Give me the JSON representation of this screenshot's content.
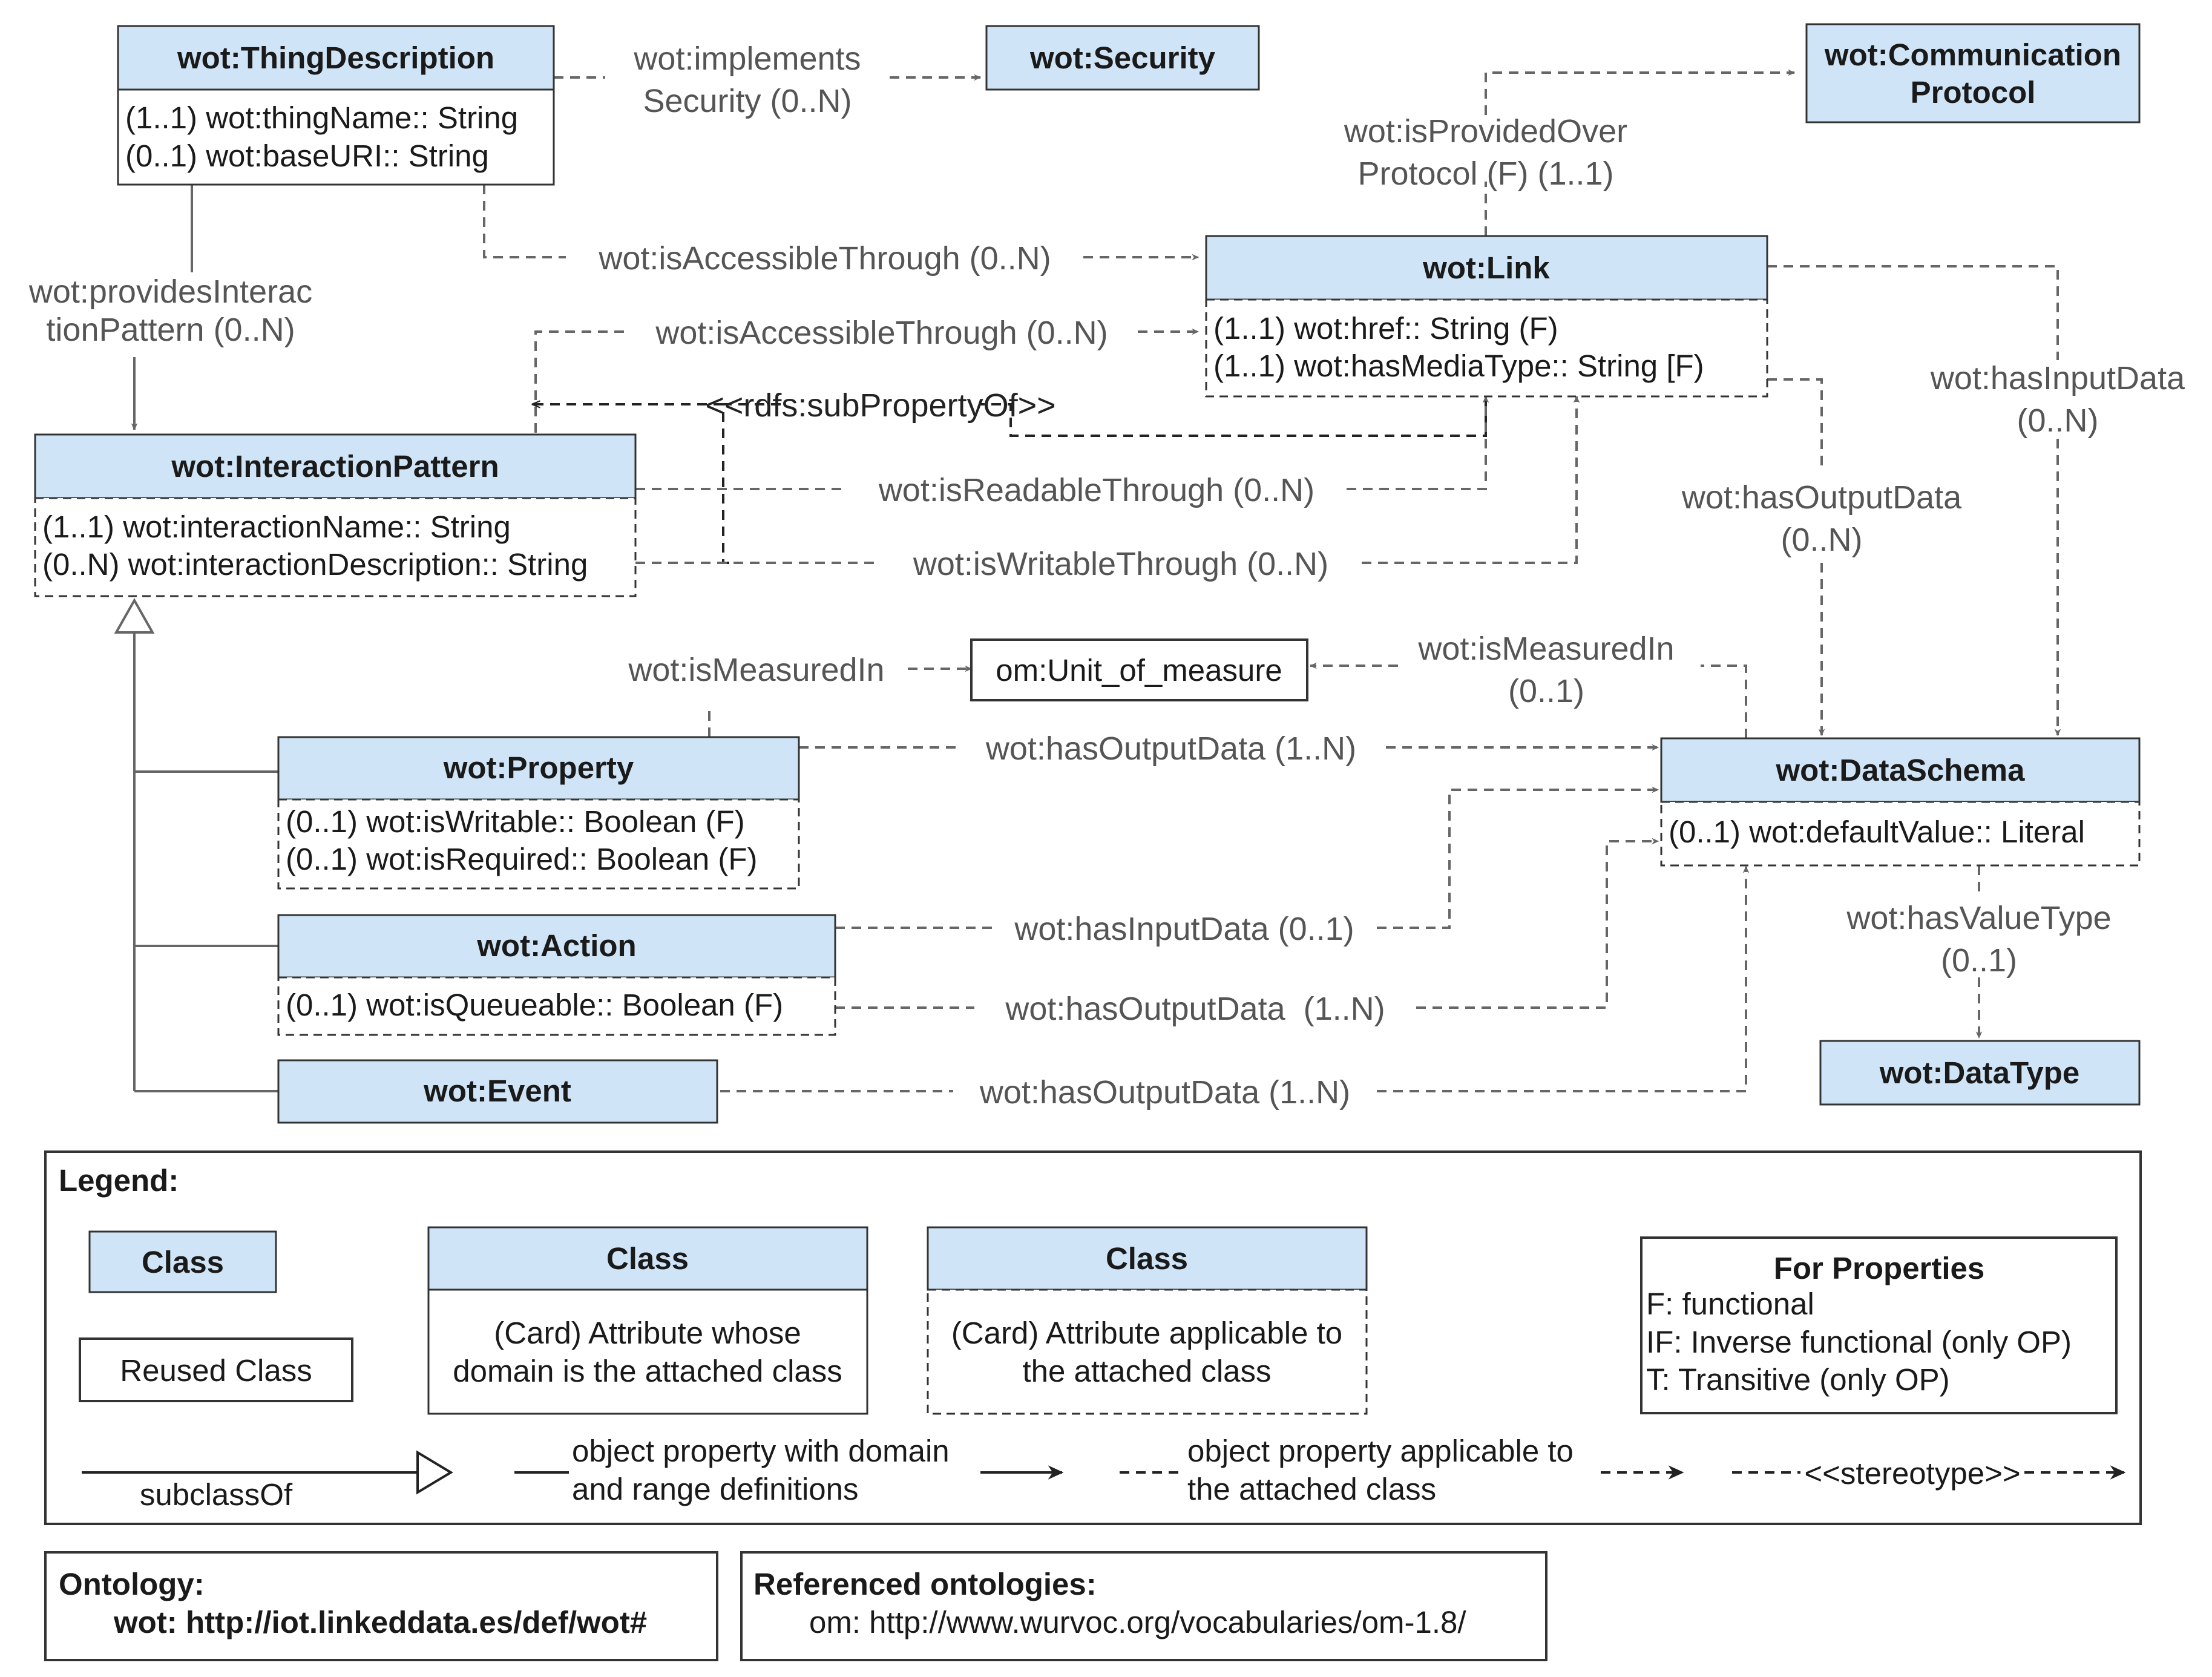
{
  "classes": {
    "thing_description": {
      "title": "wot:ThingDescription",
      "attrs": [
        "(1..1) wot:thingName:: String",
        "(0..1) wot:baseURI:: String"
      ]
    },
    "security": {
      "title": "wot:Security"
    },
    "comm_protocol": {
      "title_line1": "wot:Communication",
      "title_line2": "Protocol"
    },
    "link": {
      "title": "wot:Link",
      "attrs": [
        "(1..1) wot:href:: String (F)",
        "(1..1) wot:hasMediaType:: String [F)"
      ]
    },
    "interaction_pattern": {
      "title": "wot:InteractionPattern",
      "attrs": [
        "(1..1) wot:interactionName:: String",
        "(0..N) wot:interactionDescription:: String"
      ]
    },
    "unit_of_measure": {
      "title": "om:Unit_of_measure"
    },
    "property": {
      "title": "wot:Property",
      "attrs": [
        "(0..1) wot:isWritable:: Boolean (F)",
        "(0..1) wot:isRequired:: Boolean (F)"
      ]
    },
    "action": {
      "title": "wot:Action",
      "attrs": [
        "(0..1) wot:isQueueable:: Boolean (F)"
      ]
    },
    "event": {
      "title": "wot:Event"
    },
    "data_schema": {
      "title": "wot:DataSchema",
      "attrs": [
        "(0..1) wot:defaultValue:: Literal"
      ]
    },
    "data_type": {
      "title": "wot:DataType"
    }
  },
  "edges": {
    "implements_security": [
      "wot:implements",
      "Security (0..N)"
    ],
    "is_provided_over": [
      "wot:isProvidedOver",
      "Protocol (F) (1..1)"
    ],
    "td_accessible": "wot:isAccessibleThrough (0..N)",
    "provides_interaction": [
      "wot:providesInterac",
      "tionPattern (0..N)"
    ],
    "ip_accessible": "wot:isAccessibleThrough (0..N)",
    "subproperty_of": "<<rdfs:subPropertyOf>>",
    "readable": "wot:isReadableThrough (0..N)",
    "writable": "wot:isWritableThrough (0..N)",
    "link_input": [
      "wot:hasInputData",
      "(0..N)"
    ],
    "link_output": [
      "wot:hasOutputData",
      "(0..N)"
    ],
    "prop_measured": "wot:isMeasuredIn",
    "ds_measured": [
      "wot:isMeasuredIn",
      "(0..1)"
    ],
    "prop_output": "wot:hasOutputData (1..N)",
    "action_input": "wot:hasInputData (0..1)",
    "action_output": "wot:hasOutputData  (1..N)",
    "event_output": "wot:hasOutputData (1..N)",
    "value_type": [
      "wot:hasValueType",
      "(0..1)"
    ]
  },
  "legend": {
    "title": "Legend:",
    "class_label": "Class",
    "reused_class": "Reused Class",
    "attr_domain": [
      "(Card) Attribute whose",
      "domain is the attached class"
    ],
    "attr_applicable": [
      "(Card) Attribute applicable to",
      "the attached class"
    ],
    "for_properties": {
      "title": "For Properties",
      "lines": [
        "F: functional",
        "IF: Inverse functional (only OP)",
        "T: Transitive (only OP)"
      ]
    },
    "subclass_of": "subclassOf",
    "obj_prop_domain": [
      "object property with domain",
      "and range definitions"
    ],
    "obj_prop_applicable": [
      "object property applicable to",
      "the attached class"
    ],
    "stereotype": "<<stereotype>>"
  },
  "ontology": {
    "title": "Ontology:",
    "value": "wot: http://iot.linkeddata.es/def/wot#"
  },
  "referenced": {
    "title": "Referenced ontologies:",
    "value": "om: http://www.wurvoc.org/vocabularies/om-1.8/"
  },
  "colors": {
    "class_fill": "#cfe5f7",
    "line": "#666666",
    "text": "#1a1a1a"
  }
}
